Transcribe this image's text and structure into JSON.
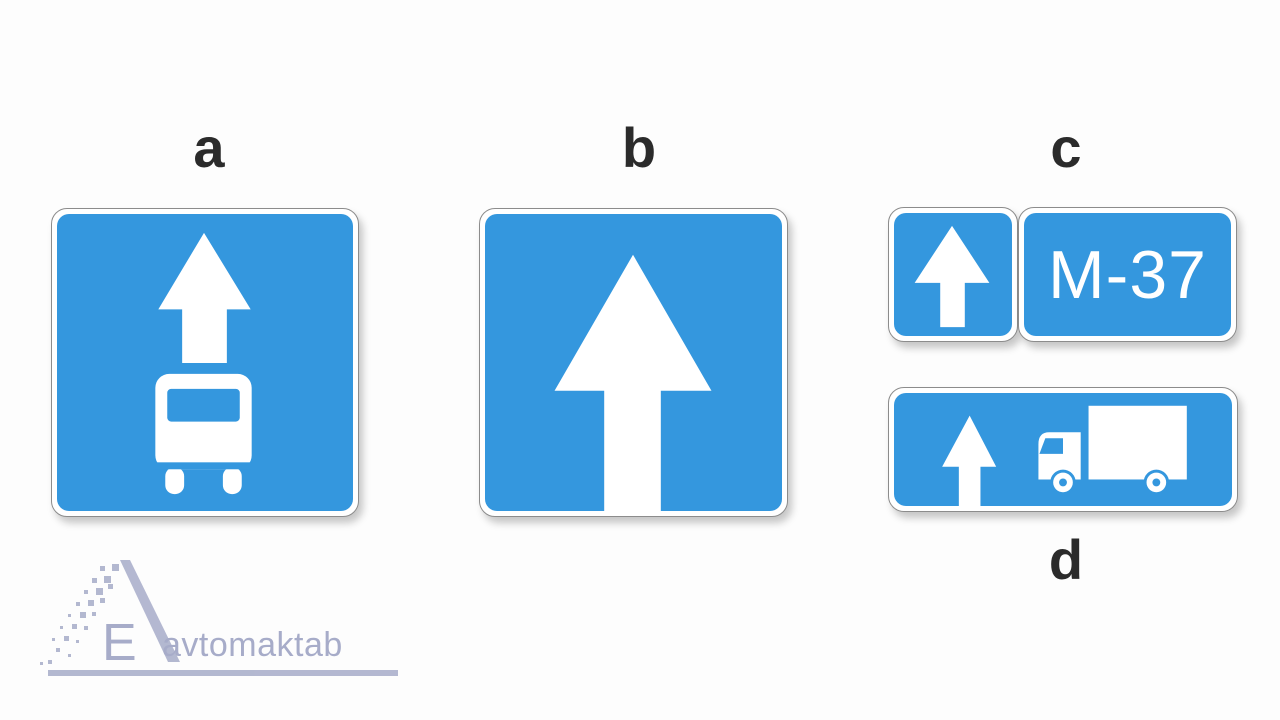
{
  "options": {
    "a": "a",
    "b": "b",
    "c": "c",
    "d": "d"
  },
  "sign_c_road": "M-37",
  "logo": {
    "letter": "E",
    "text": "avtomaktab"
  },
  "colors": {
    "sign_blue": "#3497de",
    "symbol": "#ffffff",
    "label": "#2b2b2b",
    "logo": "#a7acc9"
  },
  "icons": {
    "a": [
      "arrow-up-icon",
      "bus-icon"
    ],
    "b": [
      "arrow-up-icon"
    ],
    "c": [
      "arrow-up-icon"
    ],
    "d": [
      "arrow-up-icon",
      "truck-icon"
    ]
  }
}
